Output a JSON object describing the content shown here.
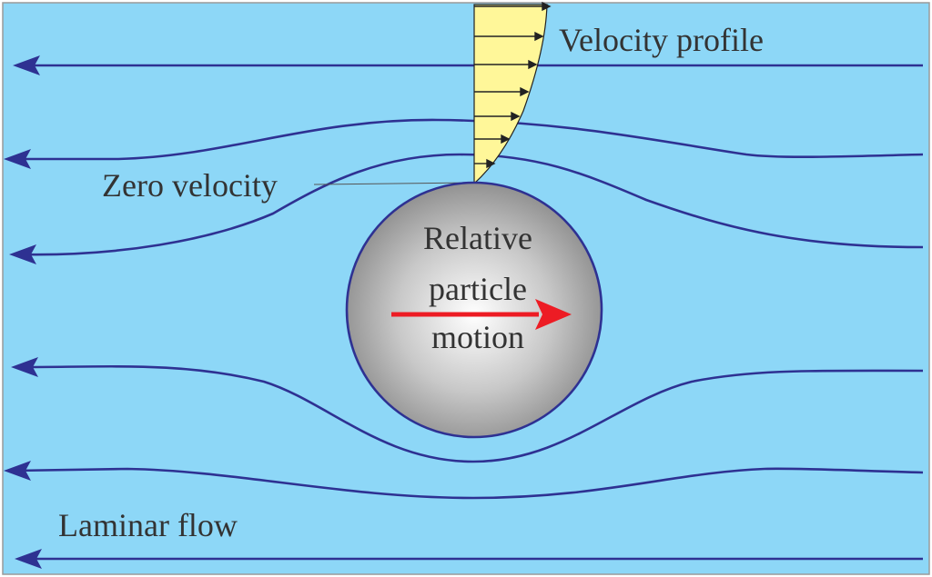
{
  "colors": {
    "background": "#8dd7f7",
    "streamline": "#2e3192",
    "profile_fill": "#fff799",
    "profile_arrows": "#222222",
    "particle_edge": "#2e3192",
    "motion_arrow": "#ed1c24",
    "text": "#333333"
  },
  "labels": {
    "velocity_profile": "Velocity profile",
    "zero_velocity": "Zero velocity",
    "particle_line1": "Relative",
    "particle_line2": "particle",
    "particle_line3": "motion",
    "laminar_flow": "Laminar flow"
  }
}
